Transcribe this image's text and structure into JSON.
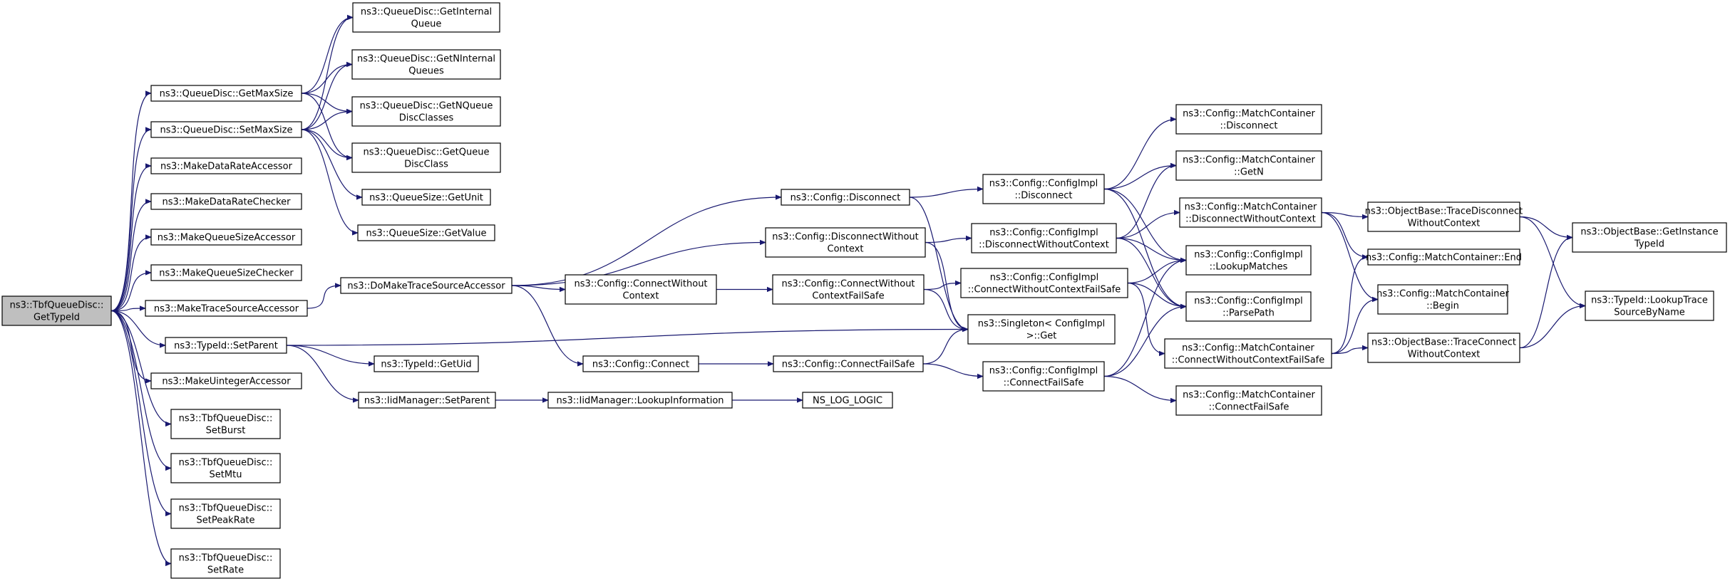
{
  "diagram": {
    "type": "call-graph",
    "colors": {
      "edge": "#191970",
      "root_fill": "#bfbfbf",
      "node_fill": "#ffffff",
      "node_border": "#000000"
    },
    "nodes": [
      {
        "id": "root",
        "lines": [
          "ns3::TbfQueueDisc::",
          "GetTypeId"
        ]
      },
      {
        "id": "qd_getmax",
        "lines": [
          "ns3::QueueDisc::GetMaxSize"
        ]
      },
      {
        "id": "qd_setmax",
        "lines": [
          "ns3::QueueDisc::SetMaxSize"
        ]
      },
      {
        "id": "mk_dr_acc",
        "lines": [
          "ns3::MakeDataRateAccessor"
        ]
      },
      {
        "id": "mk_dr_chk",
        "lines": [
          "ns3::MakeDataRateChecker"
        ]
      },
      {
        "id": "mk_qs_acc",
        "lines": [
          "ns3::MakeQueueSizeAccessor"
        ]
      },
      {
        "id": "mk_qs_chk",
        "lines": [
          "ns3::MakeQueueSizeChecker"
        ]
      },
      {
        "id": "mk_ts_acc",
        "lines": [
          "ns3::MakeTraceSourceAccessor"
        ]
      },
      {
        "id": "tid_setparent",
        "lines": [
          "ns3::TypeId::SetParent"
        ]
      },
      {
        "id": "mk_uint_acc",
        "lines": [
          "ns3::MakeUintegerAccessor"
        ]
      },
      {
        "id": "tbf_setburst",
        "lines": [
          "ns3::TbfQueueDisc::",
          "SetBurst"
        ]
      },
      {
        "id": "tbf_setmtu",
        "lines": [
          "ns3::TbfQueueDisc::",
          "SetMtu"
        ]
      },
      {
        "id": "tbf_setpeak",
        "lines": [
          "ns3::TbfQueueDisc::",
          "SetPeakRate"
        ]
      },
      {
        "id": "tbf_setrate",
        "lines": [
          "ns3::TbfQueueDisc::",
          "SetRate"
        ]
      },
      {
        "id": "qd_getinternal",
        "lines": [
          "ns3::QueueDisc::GetInternal",
          "Queue"
        ]
      },
      {
        "id": "qd_getninternal",
        "lines": [
          "ns3::QueueDisc::GetNInternal",
          "Queues"
        ]
      },
      {
        "id": "qd_getnqueue",
        "lines": [
          "ns3::QueueDisc::GetNQueue",
          "DiscClasses"
        ]
      },
      {
        "id": "qd_getqueue",
        "lines": [
          "ns3::QueueDisc::GetQueue",
          "DiscClass"
        ]
      },
      {
        "id": "qs_getunit",
        "lines": [
          "ns3::QueueSize::GetUnit"
        ]
      },
      {
        "id": "qs_getvalue",
        "lines": [
          "ns3::QueueSize::GetValue"
        ]
      },
      {
        "id": "domake",
        "lines": [
          "ns3::DoMakeTraceSourceAccessor"
        ]
      },
      {
        "id": "tid_getuid",
        "lines": [
          "ns3::TypeId::GetUid"
        ]
      },
      {
        "id": "iid_setparent",
        "lines": [
          "ns3::IidManager::SetParent"
        ]
      },
      {
        "id": "cfg_disconnect",
        "lines": [
          "ns3::Config::Disconnect"
        ]
      },
      {
        "id": "cfg_disconnect_wc",
        "lines": [
          "ns3::Config::DisconnectWithout",
          "Context"
        ]
      },
      {
        "id": "cfg_connect_wc",
        "lines": [
          "ns3::Config::ConnectWithout",
          "Context"
        ]
      },
      {
        "id": "cfg_connect",
        "lines": [
          "ns3::Config::Connect"
        ]
      },
      {
        "id": "iid_lookup",
        "lines": [
          "ns3::IidManager::LookupInformation"
        ]
      },
      {
        "id": "cfg_connect_wcfs",
        "lines": [
          "ns3::Config::ConnectWithout",
          "ContextFailSafe"
        ]
      },
      {
        "id": "cfg_connectfs",
        "lines": [
          "ns3::Config::ConnectFailSafe"
        ]
      },
      {
        "id": "ns_log_logic",
        "lines": [
          "NS_LOG_LOGIC"
        ]
      },
      {
        "id": "impl_disconnect",
        "lines": [
          "ns3::Config::ConfigImpl",
          "::Disconnect"
        ]
      },
      {
        "id": "impl_disconnect_wc",
        "lines": [
          "ns3::Config::ConfigImpl",
          "::DisconnectWithoutContext"
        ]
      },
      {
        "id": "impl_connect_wcfs",
        "lines": [
          "ns3::Config::ConfigImpl",
          "::ConnectWithoutContextFailSafe"
        ]
      },
      {
        "id": "singleton_get",
        "lines": [
          "ns3::Singleton< ConfigImpl",
          ">::Get"
        ]
      },
      {
        "id": "impl_connectfs",
        "lines": [
          "ns3::Config::ConfigImpl",
          "::ConnectFailSafe"
        ]
      },
      {
        "id": "mc_disconnect",
        "lines": [
          "ns3::Config::MatchContainer",
          "::Disconnect"
        ]
      },
      {
        "id": "mc_getn",
        "lines": [
          "ns3::Config::MatchContainer",
          "::GetN"
        ]
      },
      {
        "id": "mc_disconnect_wc",
        "lines": [
          "ns3::Config::MatchContainer",
          "::DisconnectWithoutContext"
        ]
      },
      {
        "id": "impl_lookup",
        "lines": [
          "ns3::Config::ConfigImpl",
          "::LookupMatches"
        ]
      },
      {
        "id": "impl_parsepath",
        "lines": [
          "ns3::Config::ConfigImpl",
          "::ParsePath"
        ]
      },
      {
        "id": "mc_connect_wcfs",
        "lines": [
          "ns3::Config::MatchContainer",
          "::ConnectWithoutContextFailSafe"
        ]
      },
      {
        "id": "mc_connectfs",
        "lines": [
          "ns3::Config::MatchContainer",
          "::ConnectFailSafe"
        ]
      },
      {
        "id": "ob_tracedisc",
        "lines": [
          "ns3::ObjectBase::TraceDisconnect",
          "WithoutContext"
        ]
      },
      {
        "id": "mc_end",
        "lines": [
          "ns3::Config::MatchContainer::End"
        ]
      },
      {
        "id": "mc_begin",
        "lines": [
          "ns3::Config::MatchContainer",
          "::Begin"
        ]
      },
      {
        "id": "ob_traceconn",
        "lines": [
          "ns3::ObjectBase::TraceConnect",
          "WithoutContext"
        ]
      },
      {
        "id": "ob_getinst",
        "lines": [
          "ns3::ObjectBase::GetInstance",
          "TypeId"
        ]
      },
      {
        "id": "tid_lookuptrace",
        "lines": [
          "ns3::TypeId::LookupTrace",
          "SourceByName"
        ]
      }
    ],
    "edges": [
      [
        "root",
        "qd_getmax"
      ],
      [
        "root",
        "qd_setmax"
      ],
      [
        "root",
        "mk_dr_acc"
      ],
      [
        "root",
        "mk_dr_chk"
      ],
      [
        "root",
        "mk_qs_acc"
      ],
      [
        "root",
        "mk_qs_chk"
      ],
      [
        "root",
        "mk_ts_acc"
      ],
      [
        "root",
        "tid_setparent"
      ],
      [
        "root",
        "mk_uint_acc"
      ],
      [
        "root",
        "tbf_setburst"
      ],
      [
        "root",
        "tbf_setmtu"
      ],
      [
        "root",
        "tbf_setpeak"
      ],
      [
        "root",
        "tbf_setrate"
      ],
      [
        "qd_getmax",
        "qd_getinternal"
      ],
      [
        "qd_getmax",
        "qd_getninternal"
      ],
      [
        "qd_getmax",
        "qd_getnqueue"
      ],
      [
        "qd_getmax",
        "qd_getqueue"
      ],
      [
        "qd_setmax",
        "qd_getinternal"
      ],
      [
        "qd_setmax",
        "qd_getninternal"
      ],
      [
        "qd_setmax",
        "qd_getnqueue"
      ],
      [
        "qd_setmax",
        "qd_getqueue"
      ],
      [
        "qd_setmax",
        "qs_getunit"
      ],
      [
        "qd_setmax",
        "qs_getvalue"
      ],
      [
        "mk_ts_acc",
        "domake"
      ],
      [
        "tid_setparent",
        "singleton_get"
      ],
      [
        "tid_setparent",
        "tid_getuid"
      ],
      [
        "tid_setparent",
        "iid_setparent"
      ],
      [
        "domake",
        "cfg_disconnect"
      ],
      [
        "domake",
        "cfg_disconnect_wc"
      ],
      [
        "domake",
        "cfg_connect_wc"
      ],
      [
        "domake",
        "cfg_connect"
      ],
      [
        "iid_setparent",
        "iid_lookup"
      ],
      [
        "iid_lookup",
        "ns_log_logic"
      ],
      [
        "cfg_disconnect",
        "impl_disconnect"
      ],
      [
        "cfg_disconnect",
        "singleton_get"
      ],
      [
        "cfg_disconnect_wc",
        "impl_disconnect_wc"
      ],
      [
        "cfg_disconnect_wc",
        "singleton_get"
      ],
      [
        "cfg_connect_wc",
        "cfg_connect_wcfs"
      ],
      [
        "cfg_connect_wcfs",
        "impl_connect_wcfs"
      ],
      [
        "cfg_connect_wcfs",
        "singleton_get"
      ],
      [
        "cfg_connect",
        "cfg_connectfs"
      ],
      [
        "cfg_connectfs",
        "impl_connectfs"
      ],
      [
        "cfg_connectfs",
        "singleton_get"
      ],
      [
        "impl_disconnect",
        "mc_disconnect"
      ],
      [
        "impl_disconnect",
        "mc_getn"
      ],
      [
        "impl_disconnect",
        "impl_lookup"
      ],
      [
        "impl_disconnect",
        "impl_parsepath"
      ],
      [
        "impl_disconnect_wc",
        "mc_getn"
      ],
      [
        "impl_disconnect_wc",
        "mc_disconnect_wc"
      ],
      [
        "impl_disconnect_wc",
        "impl_lookup"
      ],
      [
        "impl_disconnect_wc",
        "impl_parsepath"
      ],
      [
        "impl_connect_wcfs",
        "impl_lookup"
      ],
      [
        "impl_connect_wcfs",
        "impl_parsepath"
      ],
      [
        "impl_connect_wcfs",
        "mc_connect_wcfs"
      ],
      [
        "impl_connectfs",
        "impl_lookup"
      ],
      [
        "impl_connectfs",
        "impl_parsepath"
      ],
      [
        "impl_connectfs",
        "mc_connectfs"
      ],
      [
        "mc_disconnect_wc",
        "ob_tracedisc"
      ],
      [
        "mc_disconnect_wc",
        "mc_end"
      ],
      [
        "mc_disconnect_wc",
        "mc_begin"
      ],
      [
        "mc_connect_wcfs",
        "mc_end"
      ],
      [
        "mc_connect_wcfs",
        "mc_begin"
      ],
      [
        "mc_connect_wcfs",
        "ob_traceconn"
      ],
      [
        "ob_tracedisc",
        "ob_getinst"
      ],
      [
        "ob_tracedisc",
        "tid_lookuptrace"
      ],
      [
        "ob_traceconn",
        "ob_getinst"
      ],
      [
        "ob_traceconn",
        "tid_lookuptrace"
      ]
    ]
  }
}
